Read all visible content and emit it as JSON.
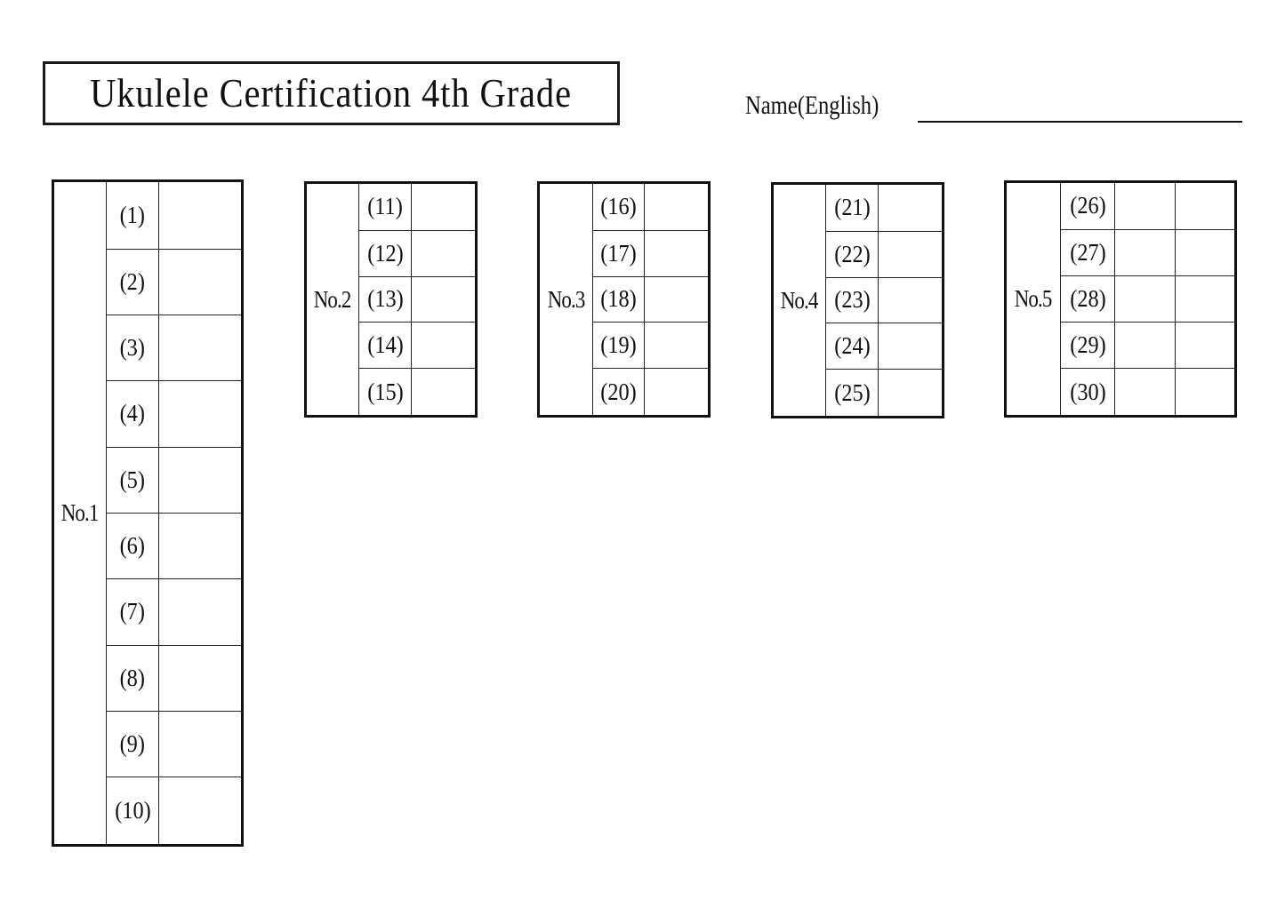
{
  "header": {
    "title": "Ukulele Certification 4th Grade",
    "name_label": "Name(English)",
    "name_value": ""
  },
  "sections": [
    {
      "label": "No.1",
      "questions": [
        "(1)",
        "(2)",
        "(3)",
        "(4)",
        "(5)",
        "(6)",
        "(7)",
        "(8)",
        "(9)",
        "(10)"
      ],
      "answer_columns": 1
    },
    {
      "label": "No.2",
      "questions": [
        "(11)",
        "(12)",
        "(13)",
        "(14)",
        "(15)"
      ],
      "answer_columns": 1
    },
    {
      "label": "No.3",
      "questions": [
        "(16)",
        "(17)",
        "(18)",
        "(19)",
        "(20)"
      ],
      "answer_columns": 1
    },
    {
      "label": "No.4",
      "questions": [
        "(21)",
        "(22)",
        "(23)",
        "(24)",
        "(25)"
      ],
      "answer_columns": 1
    },
    {
      "label": "No.5",
      "questions": [
        "(26)",
        "(27)",
        "(28)",
        "(29)",
        "(30)"
      ],
      "answer_columns": 2
    }
  ]
}
